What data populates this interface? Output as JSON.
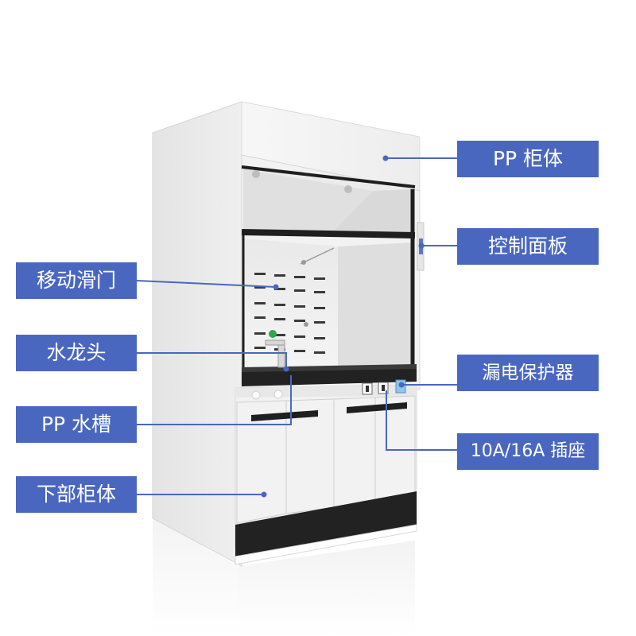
{
  "labels": {
    "pp_cabinet_body": "PP 柜体",
    "control_panel": "控制面板",
    "sliding_door": "移动滑门",
    "faucet": "水龙头",
    "pp_sink": "PP 水槽",
    "leakage_protector": "漏电保护器",
    "socket": "10A/16A 插座",
    "lower_cabinet": "下部柜体"
  },
  "colors": {
    "label_background": "#4a67c0",
    "label_text": "#ffffff",
    "leader_line": "#4a67c0",
    "cabinet_white": "#f3f3f3",
    "countertop": "#222222",
    "faucet_handle": "#2ea84a"
  }
}
